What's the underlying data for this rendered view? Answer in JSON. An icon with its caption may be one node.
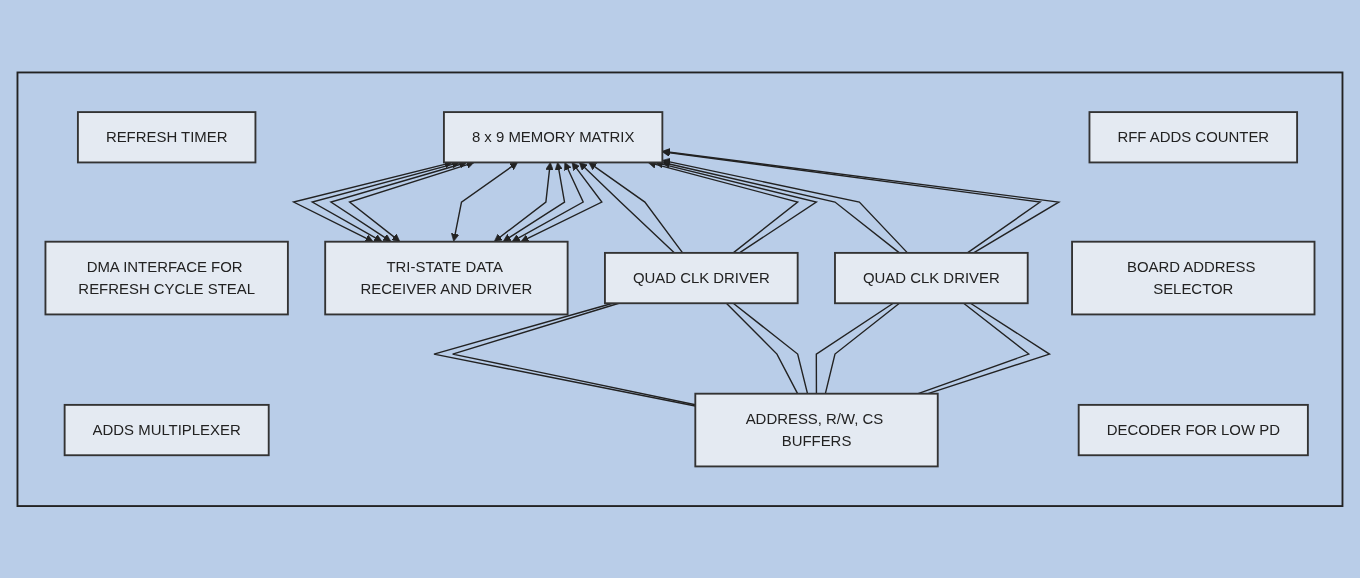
{
  "diagram": {
    "nodes": [
      {
        "text": [],
        "shape": "box"
      },
      {
        "text": [
          "REFRESH TIMER"
        ],
        "in": 0
      },
      {
        "text": [
          "DMA INTERFACE FOR REFRESH CYCLE STEAL"
        ],
        "in": 0
      },
      {
        "text": [
          "ADDS MULTIPLEXER"
        ],
        "in": 0
      },
      {
        "text": [
          "TRI-STATE DATA RECEIVER AND DRIVER"
        ],
        "in": 0
      },
      {
        "text": [
          "RFF ADDS COUNTER"
        ],
        "in": 0
      },
      {
        "text": [
          "BOARD ADDRESS SELECTOR"
        ],
        "in": 0
      },
      {
        "text": [
          "DECODER FOR LOW PD"
        ],
        "in": 0
      },
      {
        "text": [
          "8 x 9 MEMORY MATRIX"
        ],
        "in": 0
      },
      {
        "text": [
          "QUAD CLK DRIVER"
        ],
        "in": 0
      },
      {
        "text": [
          "QUAD CLK DRIVER"
        ],
        "in": 0
      },
      {
        "text": [
          "ADDRESS, R/W, CS BUFFERS"
        ],
        "in": 0
      }
    ],
    "edges": [
      {
        "from": 4,
        "to": 8,
        "arrow": "both"
      },
      {
        "from": 4,
        "to": 8,
        "arrow": "both"
      },
      {
        "from": 4,
        "to": 8,
        "arrow": "both"
      },
      {
        "from": 4,
        "to": 8,
        "arrow": "both"
      },
      {
        "from": 4,
        "to": 8,
        "arrow": "both"
      },
      {
        "from": 4,
        "to": 8,
        "arrow": "both"
      },
      {
        "from": 4,
        "to": 8,
        "arrow": "both"
      },
      {
        "from": 4,
        "to": 8,
        "arrow": "both"
      },
      {
        "from": 4,
        "to": 8,
        "arrow": "both"
      },
      {
        "from": 9,
        "to": 8,
        "arrow": "to"
      },
      {
        "from": 9,
        "to": 8,
        "arrow": "to"
      },
      {
        "from": 9,
        "to": 8,
        "arrow": "to"
      },
      {
        "from": 9,
        "to": 8,
        "arrow": "to"
      },
      {
        "from": 10,
        "to": 8,
        "arrow": "to"
      },
      {
        "from": 10,
        "to": 8,
        "arrow": "to"
      },
      {
        "from": 10,
        "to": 8,
        "arrow": "to"
      },
      {
        "from": 10,
        "to": 8,
        "arrow": "to"
      },
      {
        "from": 11,
        "to": 9,
        "arrow": "none"
      },
      {
        "from": 11,
        "to": 9,
        "arrow": "none"
      },
      {
        "from": 11,
        "to": 9,
        "arrow": "none"
      },
      {
        "from": 11,
        "to": 9,
        "arrow": "none"
      },
      {
        "from": 11,
        "to": 10,
        "arrow": "none"
      },
      {
        "from": 11,
        "to": 10,
        "arrow": "none"
      },
      {
        "from": 11,
        "to": 10,
        "arrow": "none"
      },
      {
        "from": 11,
        "to": 10,
        "arrow": "none"
      }
    ]
  }
}
